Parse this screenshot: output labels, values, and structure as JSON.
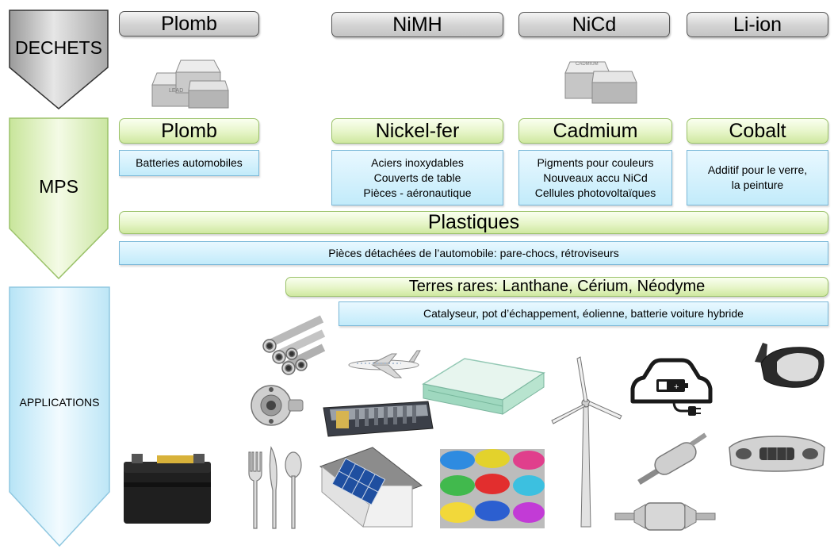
{
  "rows": {
    "dechets": "DECHETS",
    "mps": "MPS",
    "applications": "APPLICATIONS"
  },
  "waste_headers": [
    "Plomb",
    "NiMH",
    "NiCd",
    "Li-ion"
  ],
  "materials": [
    {
      "name": "Plomb",
      "uses": [
        "Batteries automobiles"
      ]
    },
    {
      "name": "Nickel-fer",
      "uses": [
        "Aciers inoxydables",
        "Couverts de table",
        "Pièces - aéronautique"
      ]
    },
    {
      "name": "Cadmium",
      "uses": [
        "Pigments pour couleurs",
        "Nouveaux accu NiCd",
        "Cellules photovoltaïques"
      ]
    },
    {
      "name": "Cobalt",
      "uses": [
        "Additif pour le verre,",
        "la peinture"
      ]
    }
  ],
  "plastiques": {
    "name": "Plastiques",
    "use": "Pièces détachées de l’automobile: pare-chocs, rétroviseurs"
  },
  "terres_rares": {
    "name": "Terres rares: Lanthane, Cérium, Néodyme",
    "use": "Catalyseur, pot d’échappement, éolienne, batterie voiture hybride"
  },
  "ingot_labels": {
    "lead": "LEAD",
    "cadmium": "CADMIUM"
  },
  "icons": [
    "ingot-stack-icon",
    "car-battery-icon",
    "steel-pipes-icon",
    "bearing-part-icon",
    "airplane-icon",
    "hybrid-battery-pack-icon",
    "cutlery-icon",
    "solar-roof-icon",
    "glass-plates-icon",
    "paint-cans-icon",
    "wind-turbine-icon",
    "electric-car-icon",
    "side-mirror-icon",
    "exhaust-muffler-icon",
    "catalytic-converter-icon",
    "bumper-icon"
  ],
  "colors": {
    "gray_header": "#d2d2d2",
    "green_header": "#e6f5c8",
    "blue_box": "#c2ebfa",
    "arrow_gray": "#c8c8c8",
    "arrow_green": "#dff2bd",
    "arrow_blue": "#d6f0fb"
  }
}
